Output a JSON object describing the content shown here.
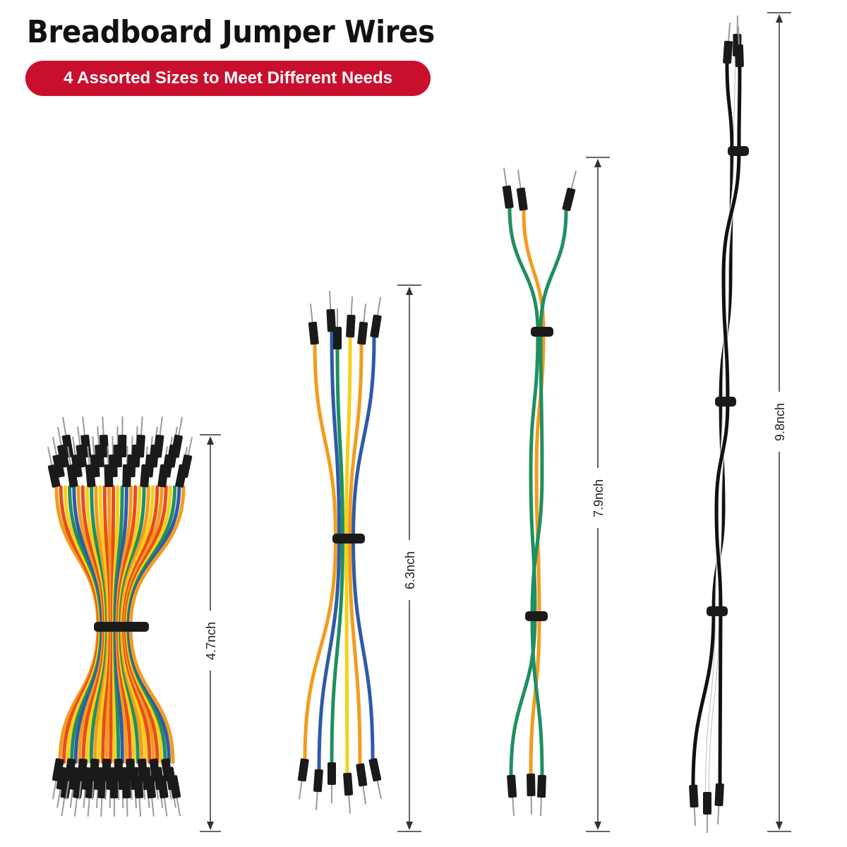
{
  "header": {
    "title": "Breadboard Jumper Wires",
    "subtitle": "4 Assorted Sizes to Meet Different Needs"
  },
  "bundles": [
    {
      "label": "4.7nch",
      "colors": [
        "#f39c1f",
        "#e84c1c",
        "#f5d01a",
        "#1f8f5f",
        "#2e5aa8",
        "#f39c1f",
        "#e84c1c",
        "#f5d01a",
        "#1f8f5f",
        "#f39c1f",
        "#f5d01a",
        "#e84c1c"
      ]
    },
    {
      "label": "6.3nch",
      "colors": [
        "#f39c1f",
        "#2e5aa8",
        "#1f8f5f",
        "#f5d01a",
        "#f39c1f",
        "#2e5aa8"
      ]
    },
    {
      "label": "7.9nch",
      "colors": [
        "#1f8f5f",
        "#f39c1f",
        "#1f8f5f"
      ]
    },
    {
      "label": "9.8nch",
      "colors": [
        "#111111",
        "#ffffff",
        "#111111"
      ]
    }
  ],
  "colors": {
    "accent": "#c8102e",
    "text": "#111111",
    "connector": "#1a1a1a",
    "pin": "#9a9a9a"
  }
}
